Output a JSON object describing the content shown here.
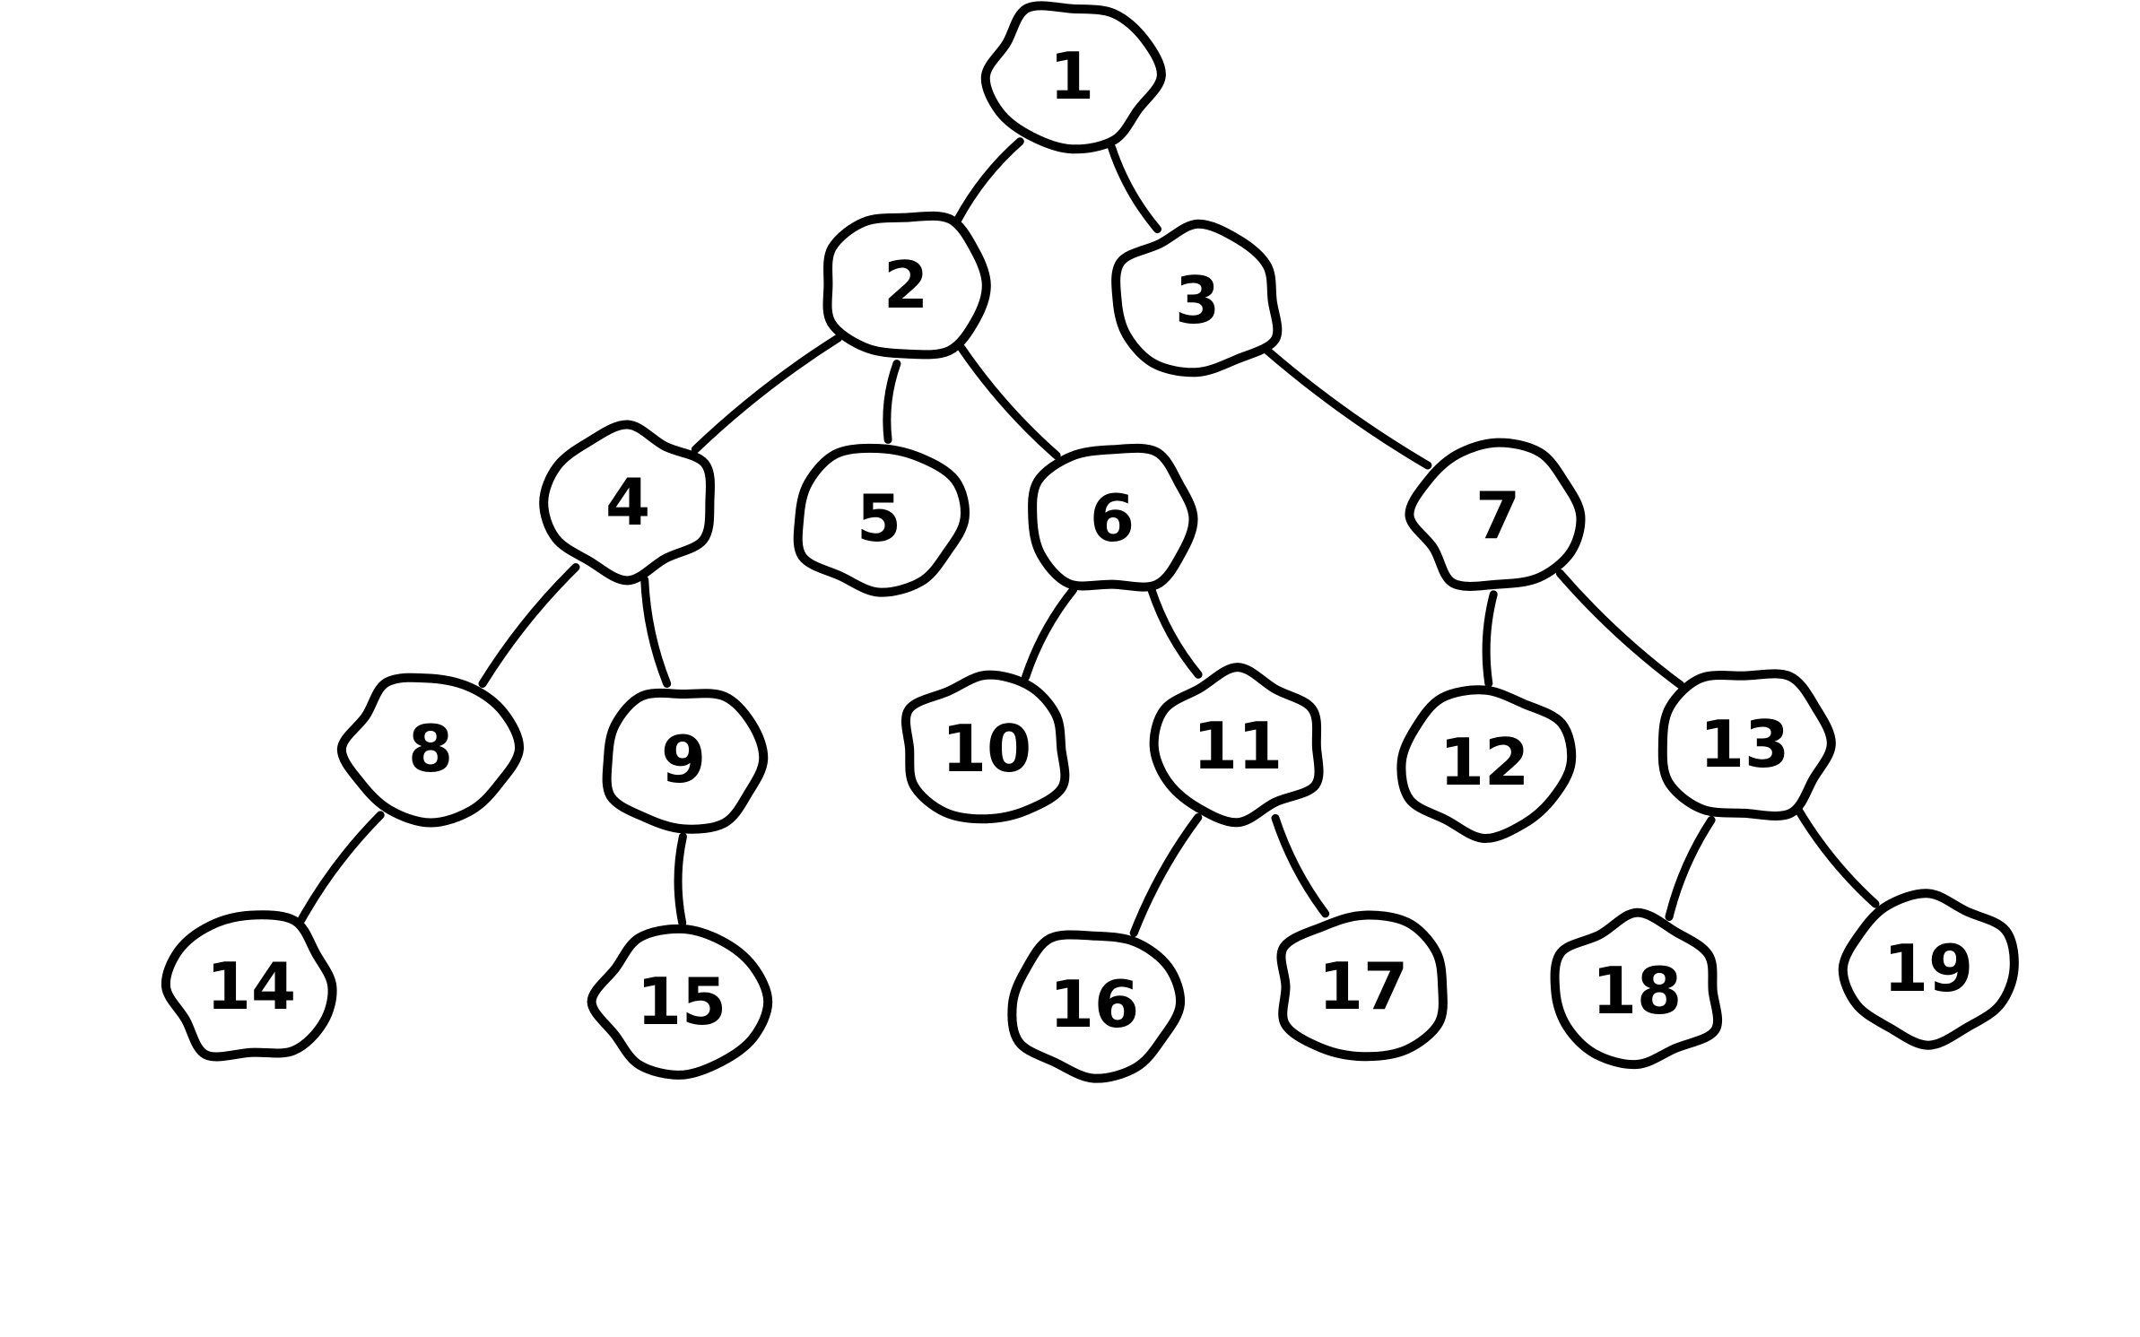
{
  "diagram": {
    "type": "tree",
    "stroke_color": "#000000",
    "background_color": "#ffffff",
    "nodes": [
      {
        "id": "n1",
        "label": "1"
      },
      {
        "id": "n2",
        "label": "2"
      },
      {
        "id": "n3",
        "label": "3"
      },
      {
        "id": "n4",
        "label": "4"
      },
      {
        "id": "n5",
        "label": "5"
      },
      {
        "id": "n6",
        "label": "6"
      },
      {
        "id": "n7",
        "label": "7"
      },
      {
        "id": "n8",
        "label": "8"
      },
      {
        "id": "n9",
        "label": "9"
      },
      {
        "id": "n10",
        "label": "10"
      },
      {
        "id": "n11",
        "label": "11"
      },
      {
        "id": "n12",
        "label": "12"
      },
      {
        "id": "n13",
        "label": "13"
      },
      {
        "id": "n14",
        "label": "14"
      },
      {
        "id": "n15",
        "label": "15"
      },
      {
        "id": "n16",
        "label": "16"
      },
      {
        "id": "n17",
        "label": "17"
      },
      {
        "id": "n18",
        "label": "18"
      },
      {
        "id": "n19",
        "label": "19"
      }
    ],
    "edges": [
      {
        "from": "n1",
        "to": "n2"
      },
      {
        "from": "n1",
        "to": "n3"
      },
      {
        "from": "n2",
        "to": "n4"
      },
      {
        "from": "n2",
        "to": "n5"
      },
      {
        "from": "n2",
        "to": "n6"
      },
      {
        "from": "n3",
        "to": "n7"
      },
      {
        "from": "n4",
        "to": "n8"
      },
      {
        "from": "n4",
        "to": "n9"
      },
      {
        "from": "n6",
        "to": "n10"
      },
      {
        "from": "n6",
        "to": "n11"
      },
      {
        "from": "n7",
        "to": "n12"
      },
      {
        "from": "n7",
        "to": "n13"
      },
      {
        "from": "n8",
        "to": "n14"
      },
      {
        "from": "n9",
        "to": "n15"
      },
      {
        "from": "n11",
        "to": "n16"
      },
      {
        "from": "n11",
        "to": "n17"
      },
      {
        "from": "n13",
        "to": "n18"
      },
      {
        "from": "n13",
        "to": "n19"
      }
    ]
  }
}
